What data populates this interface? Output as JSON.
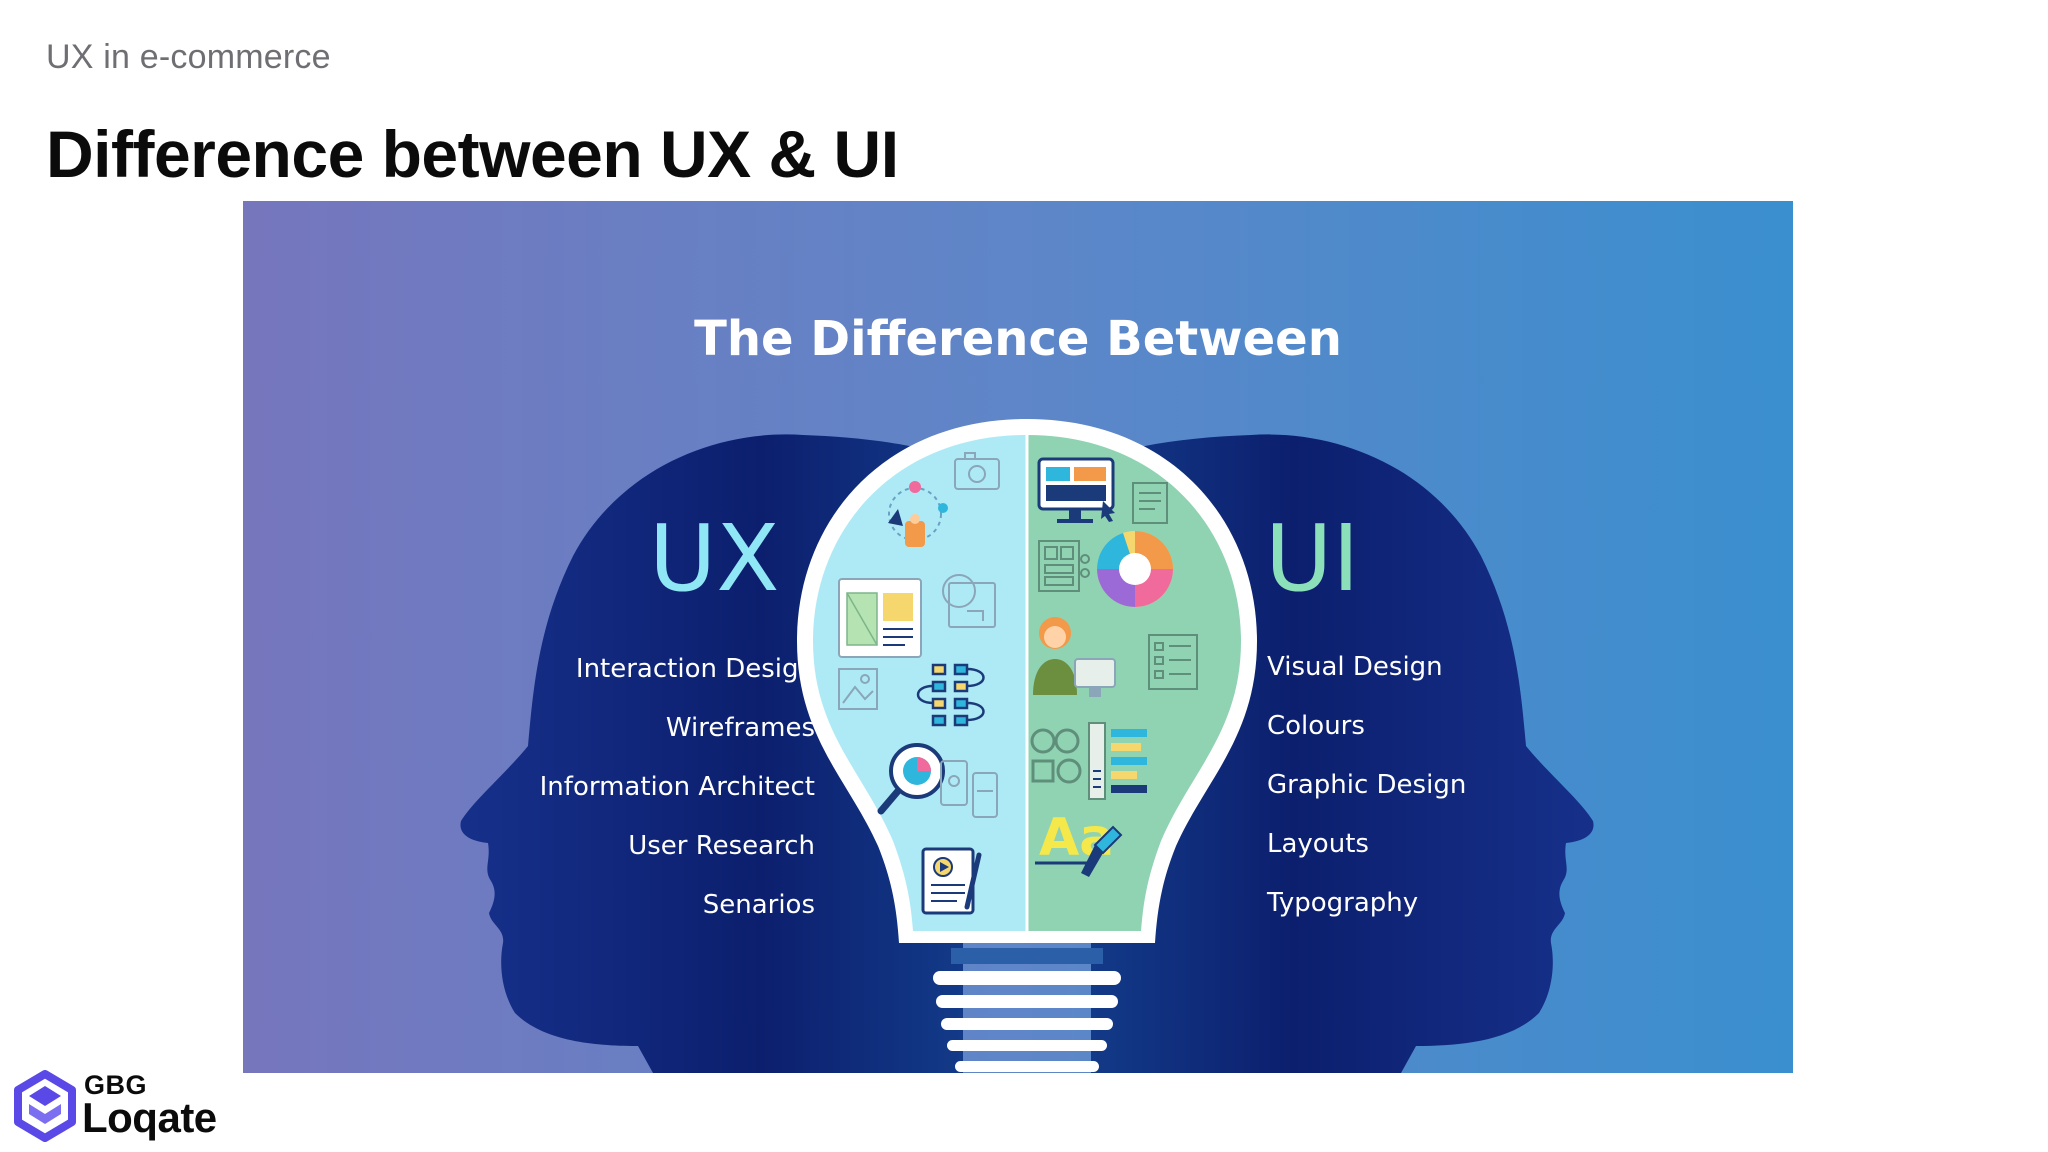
{
  "slide": {
    "subtitle": "UX in e-commerce",
    "title": "Difference between UX & UI"
  },
  "infographic": {
    "title": "The Difference Between",
    "ux": {
      "label": "UX",
      "items": [
        "Interaction Design",
        "Wireframes",
        "Information Architect",
        "User Research",
        "Senarios"
      ]
    },
    "ui": {
      "label": "UI",
      "items": [
        "Visual Design",
        "Colours",
        "Graphic Design",
        "Layouts",
        "Typography"
      ]
    },
    "ux_icons": [
      "camera-sketch-icon",
      "touch-interaction-icon",
      "wireframe-icon",
      "circle-frame-icon",
      "flowchart-icon",
      "image-placeholder-icon",
      "magnifier-research-icon",
      "mobile-wireframe-icon",
      "video-document-icon"
    ],
    "ui_icons": [
      "monitor-layout-icon",
      "document-icon",
      "grid-layout-icon",
      "color-wheel-icon",
      "designer-avatar-icon",
      "list-layout-icon",
      "shapes-icon",
      "color-swatches-icon",
      "typography-icon"
    ],
    "colors": {
      "banner_left": "#7676bd",
      "banner_right": "#3a8fcf",
      "head": "#0d2a7a",
      "bulb_ux": "#aeeaf6",
      "bulb_ui": "#8fd3b3",
      "ux_label": "#8fe6f4",
      "ui_label": "#8be0ba"
    }
  },
  "brand": {
    "company": "GBG",
    "product": "Loqate",
    "logo_color": "#5a49e6"
  }
}
